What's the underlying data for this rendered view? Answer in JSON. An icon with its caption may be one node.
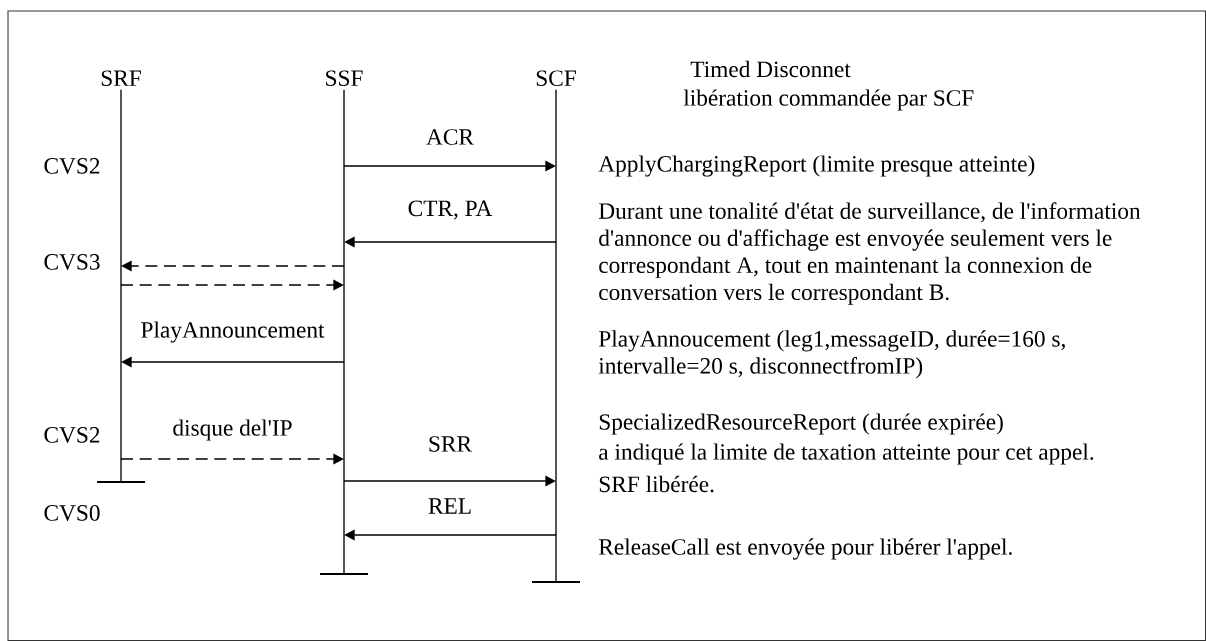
{
  "diagram": {
    "nodes": [
      {
        "text": [
          "SRF"
        ]
      },
      {
        "text": [
          "SSF"
        ]
      },
      {
        "text": [
          "SCF"
        ]
      }
    ],
    "edges": [
      {
        "from": 1,
        "to": 2,
        "arrow": "to",
        "label": "ACR"
      },
      {
        "from": 2,
        "to": 1,
        "arrow": "to",
        "label": "CTR, PA"
      },
      {
        "from": 1,
        "to": 0,
        "arrow": "to",
        "style": "dashed"
      },
      {
        "from": 0,
        "to": 1,
        "arrow": "to",
        "style": "dashed"
      },
      {
        "from": 1,
        "to": 0,
        "arrow": "to",
        "label": "PlayAnnouncement"
      },
      {
        "from": 0,
        "to": 1,
        "arrow": "to",
        "label": "disque del'IP",
        "style": "dashed"
      },
      {
        "from": 1,
        "to": 2,
        "arrow": "to",
        "label": "SRR"
      },
      {
        "from": 2,
        "to": 1,
        "arrow": "to",
        "label": "REL"
      }
    ],
    "labels": [
      "Timed Disconnet",
      "libération commandée par SCF",
      "CVS2",
      "ApplyChargingReport (limite presque atteinte)",
      "Durant une tonalité d'état de surveillance, de l'information d'annonce ou d'affichage est envoyée seulement vers le correspondant A, tout en maintenant la connexion de conversation vers le correspondant B.",
      "CVS3",
      "PlayAnnoucement (leg1,messageID, durée=160 s, intervalle=20 s,  disconnectfromIP)",
      "CVS2",
      "SpecializedResourceReport (durée expirée)",
      "a indiqué la limite de taxation atteinte pour cet appel.",
      "SRF libérée.",
      "CVS0",
      "ReleaseCall est envoyée pour libérer l'appel."
    ]
  }
}
